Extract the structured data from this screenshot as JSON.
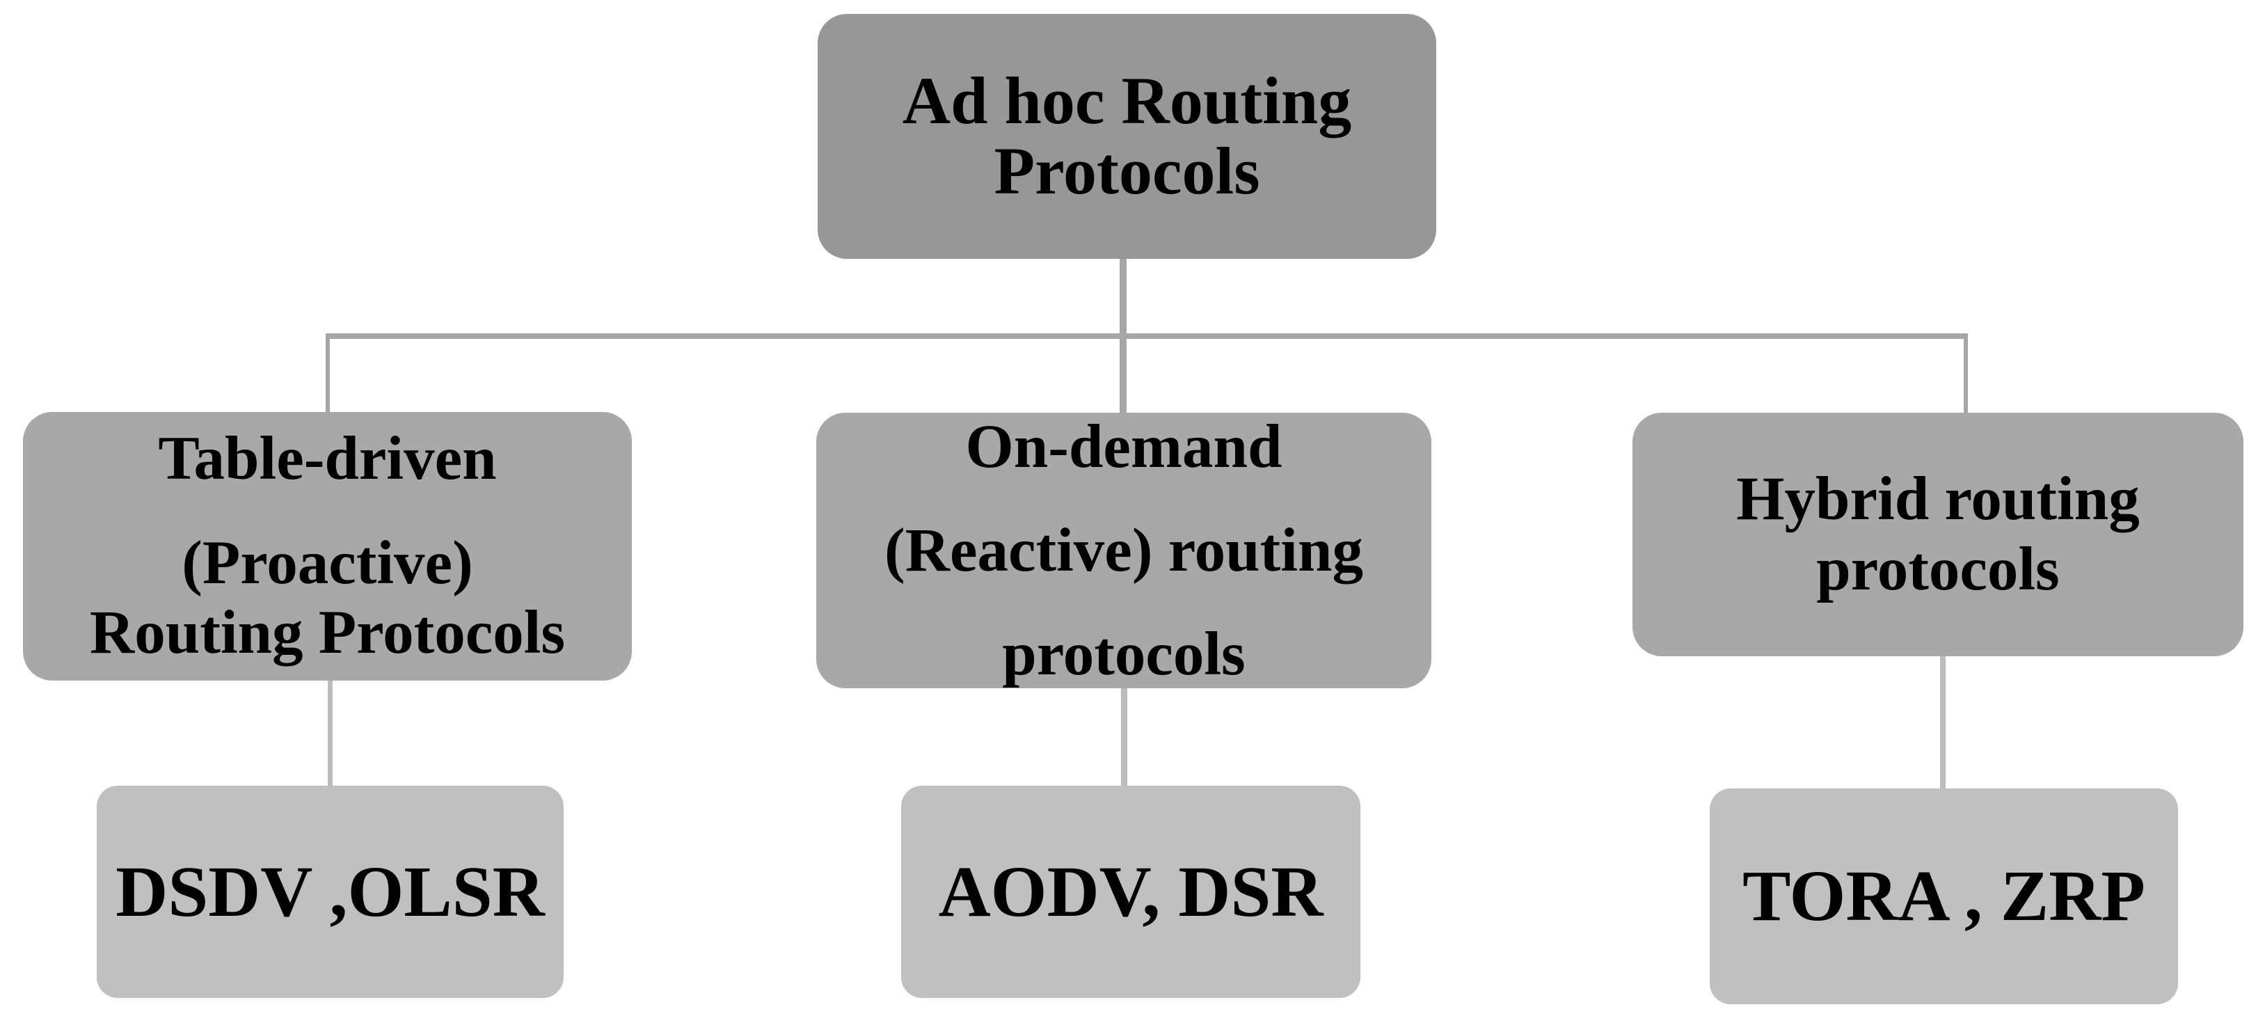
{
  "diagram": {
    "title": "Ad hoc Routing Protocols classification",
    "type": "tree",
    "levels": 3
  },
  "colors": {
    "background": "#ffffff",
    "root_fill": "#979797",
    "branch_fill": "#a8a8a8",
    "leaf_fill": "#c0c0c0",
    "connector_upper": "#a6a6a6",
    "connector_lower": "#bcbcbc",
    "text": "#000000"
  },
  "nodes": {
    "root": {
      "label": "Ad hoc Routing Protocols",
      "lines": [
        "Ad hoc Routing",
        "Protocols"
      ]
    },
    "table_driven": {
      "label": "Table-driven (Proactive) Routing Protocols",
      "lines": [
        "Table-driven",
        "(Proactive)",
        "Routing Protocols"
      ]
    },
    "on_demand": {
      "label": "On-demand (Reactive) routing protocols",
      "lines": [
        "On-demand",
        "(Reactive) routing",
        "protocols"
      ]
    },
    "hybrid": {
      "label": "Hybrid routing protocols",
      "lines": [
        "Hybrid routing",
        "protocols"
      ]
    },
    "table_driven_examples": {
      "label": "DSDV ,OLSR",
      "lines": [
        "DSDV ,OLSR"
      ]
    },
    "on_demand_examples": {
      "label": "AODV, DSR",
      "lines": [
        "AODV, DSR"
      ]
    },
    "hybrid_examples": {
      "label": "TORA , ZRP",
      "lines": [
        "TORA , ZRP"
      ]
    }
  },
  "edges": [
    {
      "from": "Ad hoc Routing Protocols",
      "to": "Table-driven (Proactive) Routing Protocols"
    },
    {
      "from": "Ad hoc Routing Protocols",
      "to": "On-demand (Reactive) routing protocols"
    },
    {
      "from": "Ad hoc Routing Protocols",
      "to": "Hybrid routing protocols"
    },
    {
      "from": "Table-driven (Proactive) Routing Protocols",
      "to": "DSDV ,OLSR"
    },
    {
      "from": "On-demand (Reactive) routing protocols",
      "to": "AODV, DSR"
    },
    {
      "from": "Hybrid routing protocols",
      "to": "TORA , ZRP"
    }
  ]
}
